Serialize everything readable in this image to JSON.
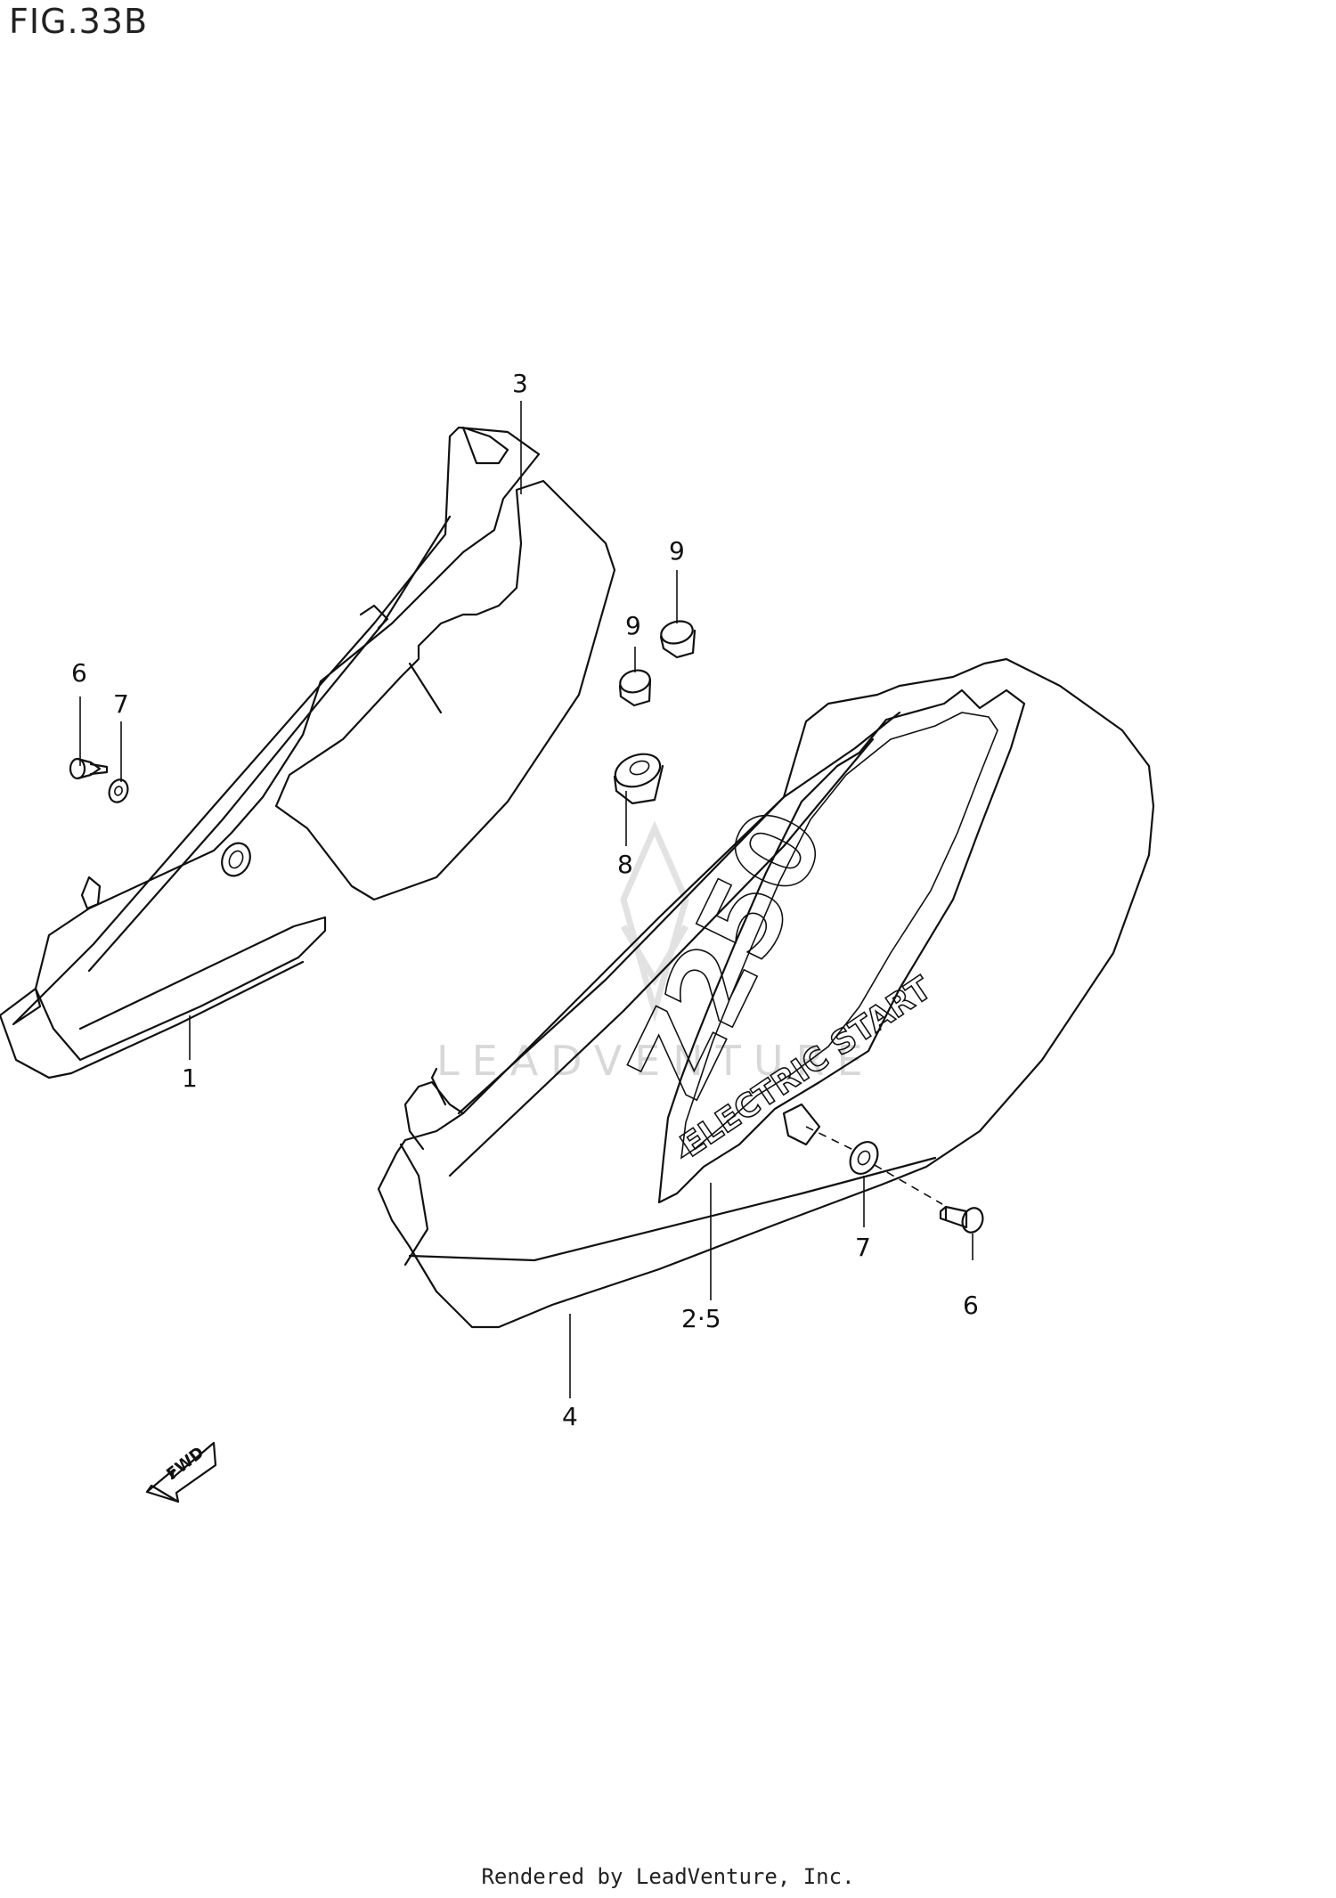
{
  "figure": {
    "title": "FIG.33B"
  },
  "callouts": {
    "c1": "1",
    "c2_5": "2·5",
    "c3": "3",
    "c4": "4",
    "c6_left": "6",
    "c6_right": "6",
    "c7_left": "7",
    "c7_right": "7",
    "c8": "8",
    "c9_top": "9",
    "c9_mid": "9"
  },
  "decal": {
    "model_number": "Z250",
    "caption": "ELECTRIC START"
  },
  "direction_arrow": {
    "label": "FWD"
  },
  "watermark": {
    "text": "LEADVENTURE"
  },
  "footer": {
    "rendered_by": "Rendered by LeadVenture, Inc."
  }
}
